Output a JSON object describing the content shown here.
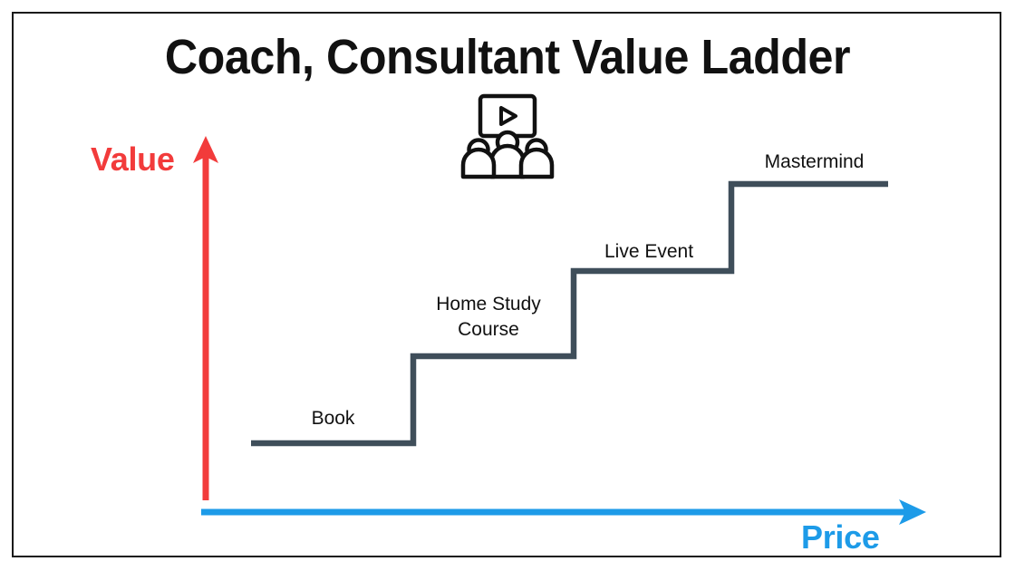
{
  "title": "Coach, Consultant Value Ladder",
  "axes": {
    "value_label": "Value",
    "price_label": "Price",
    "value_color": "#F23B3B",
    "price_color": "#1D9BE8"
  },
  "icon": {
    "name": "webinar-presentation-icon",
    "color": "#111111"
  },
  "steps": {
    "line_color": "#3F4E5A",
    "items": [
      {
        "label": "Book",
        "level": 1
      },
      {
        "label": "Home Study\nCourse",
        "level": 2
      },
      {
        "label": "Live Event",
        "level": 3
      },
      {
        "label": "Mastermind",
        "level": 4
      }
    ]
  },
  "chart_data": {
    "type": "line",
    "title": "Coach, Consultant Value Ladder",
    "xlabel": "Price",
    "ylabel": "Value",
    "categories": [
      "Book",
      "Home Study Course",
      "Live Event",
      "Mastermind"
    ],
    "values": [
      1,
      2,
      3,
      4
    ],
    "grid": false,
    "legend": "none",
    "annotations": [
      "webinar-presentation-icon"
    ]
  }
}
